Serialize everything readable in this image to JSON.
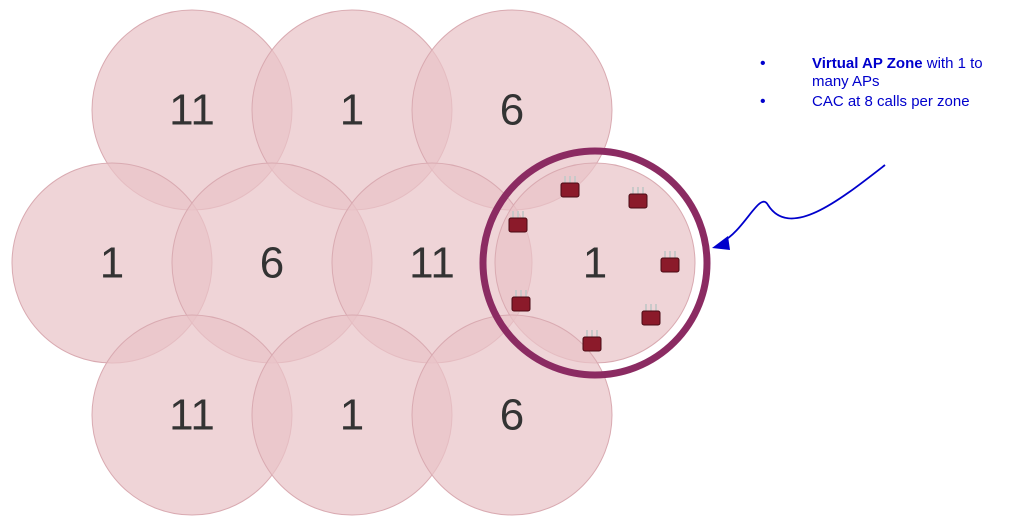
{
  "cells": [
    {
      "channel": "11"
    },
    {
      "channel": "1"
    },
    {
      "channel": "6"
    },
    {
      "channel": "1"
    },
    {
      "channel": "6"
    },
    {
      "channel": "11"
    },
    {
      "channel": "1"
    },
    {
      "channel": "11"
    },
    {
      "channel": "1"
    },
    {
      "channel": "6"
    }
  ],
  "notes": [
    {
      "bold": "Virtual AP Zone",
      "rest": " with 1 to many APs"
    },
    {
      "bold": "",
      "rest": "CAC at 8 calls per zone"
    }
  ],
  "colors": {
    "cell_fill": "#e9c3c8",
    "zone_ring": "#8b2b62",
    "access_point": "#8b1a2a",
    "note_text": "#0000cc",
    "arrow": "#0000cc"
  },
  "icons": {
    "access_point": "access-point-icon",
    "pointer": "zigzag-arrow-icon"
  },
  "zone": {
    "access_point_count": 7
  }
}
